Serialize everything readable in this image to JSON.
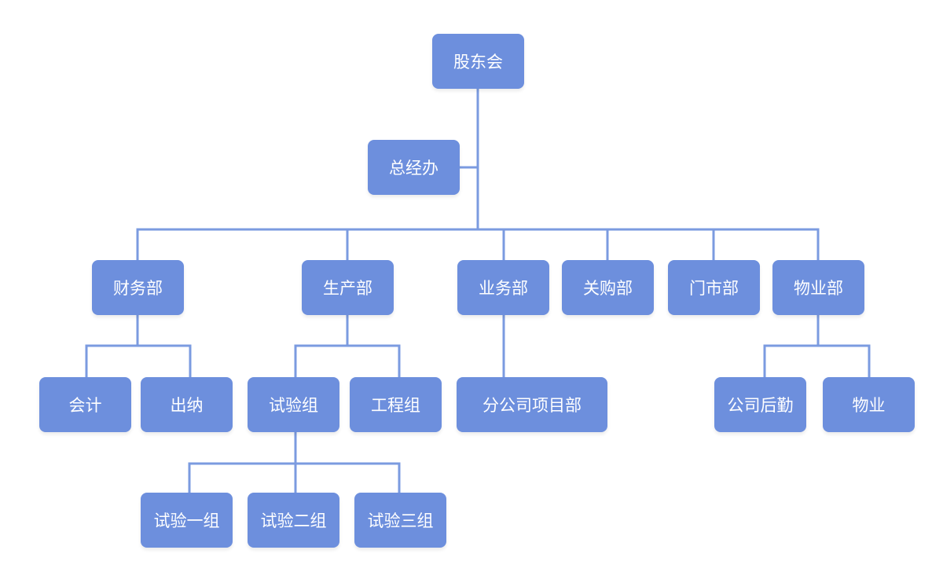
{
  "nodes": {
    "root": "股东会",
    "general_office": "总经办",
    "finance": "财务部",
    "production": "生产部",
    "business": "业务部",
    "purchasing": "关购部",
    "store": "门市部",
    "property": "物业部",
    "accounting": "会计",
    "cashier": "出纳",
    "test_group": "试验组",
    "engineering_group": "工程组",
    "branch_project": "分公司项目部",
    "logistics": "公司后勤",
    "property_mgmt": "物业",
    "test_group_1": "试验一组",
    "test_group_2": "试验二组",
    "test_group_3": "试验三组"
  },
  "colors": {
    "node_fill": "#6d8fdd",
    "connector": "#7b9be0",
    "node_text": "#ffffff"
  }
}
